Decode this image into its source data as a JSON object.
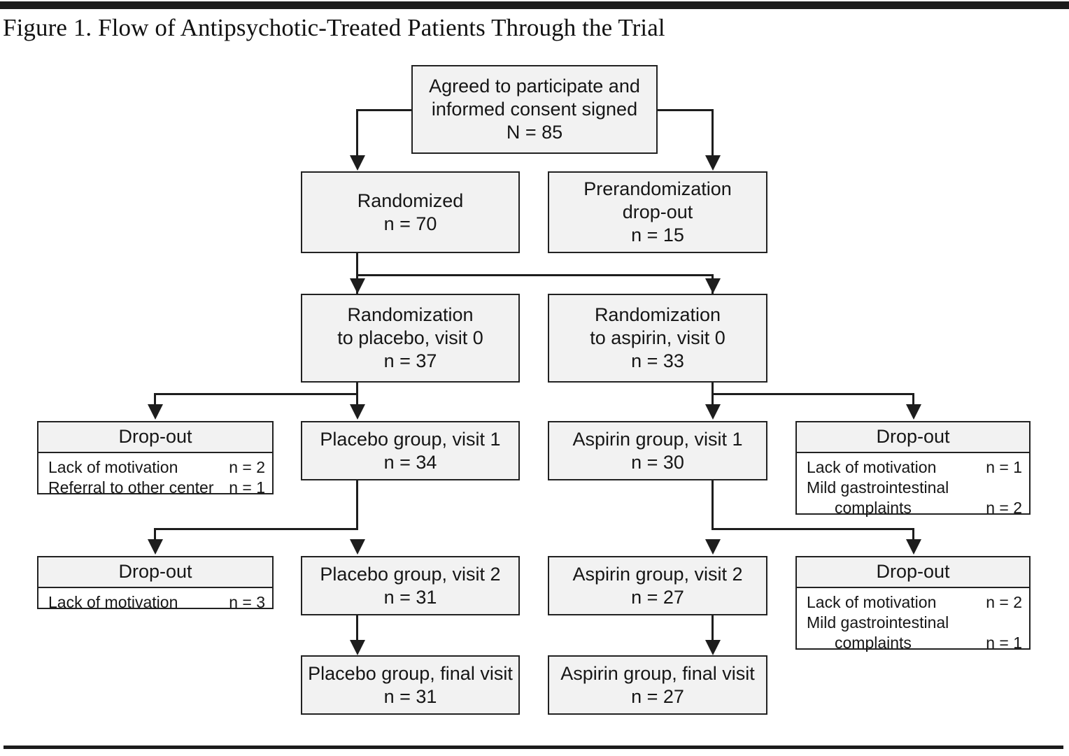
{
  "figure": {
    "title": "Figure 1. Flow of Antipsychotic-Treated Patients Through the Trial",
    "rule_color": "#1b1b1b",
    "box_fill": "#f2f2f2",
    "box_border": "#222222",
    "connector_color": "#1d1d1d"
  },
  "nodes": {
    "consent": {
      "line1": "Agreed to participate and",
      "line2": "informed consent signed",
      "line3": "N = 85"
    },
    "randomized": {
      "line1": "Randomized",
      "line2": "n = 70"
    },
    "prerandomization_dropout": {
      "line1": "Prerandomization",
      "line2": "drop-out",
      "line3": "n = 15"
    },
    "rand_placebo": {
      "line1": "Randomization",
      "line2": "to placebo, visit 0",
      "line3": "n = 37"
    },
    "rand_aspirin": {
      "line1": "Randomization",
      "line2": "to aspirin, visit 0",
      "line3": "n = 33"
    },
    "placebo_v1": {
      "line1": "Placebo group, visit 1",
      "line2": "n = 34"
    },
    "aspirin_v1": {
      "line1": "Aspirin group, visit 1",
      "line2": "n = 30"
    },
    "placebo_v2": {
      "line1": "Placebo group, visit 2",
      "line2": "n = 31"
    },
    "aspirin_v2": {
      "line1": "Aspirin group, visit 2",
      "line2": "n = 27"
    },
    "placebo_final": {
      "line1": "Placebo group, final visit",
      "line2": "n = 31"
    },
    "aspirin_final": {
      "line1": "Aspirin group, final visit",
      "line2": "n = 27"
    }
  },
  "dropouts": {
    "placebo_v1": {
      "header": "Drop-out",
      "rows": [
        {
          "label": "Lack of motivation",
          "n": "n = 2"
        },
        {
          "label": "Referral to other center",
          "n": "n = 1"
        }
      ]
    },
    "aspirin_v1": {
      "header": "Drop-out",
      "rows": [
        {
          "label": "Lack of motivation",
          "n": "n = 1"
        },
        {
          "label": "Mild gastrointestinal",
          "n": ""
        },
        {
          "label": "complaints",
          "n": "n = 2",
          "indent": true
        }
      ]
    },
    "placebo_v2": {
      "header": "Drop-out",
      "rows": [
        {
          "label": "Lack of motivation",
          "n": "n = 3"
        }
      ]
    },
    "aspirin_v2": {
      "header": "Drop-out",
      "rows": [
        {
          "label": "Lack of motivation",
          "n": "n = 2"
        },
        {
          "label": "Mild gastrointestinal",
          "n": ""
        },
        {
          "label": "complaints",
          "n": "n = 1",
          "indent": true
        }
      ]
    }
  }
}
